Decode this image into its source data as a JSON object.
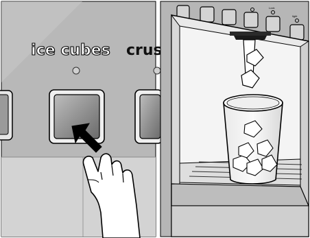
{
  "left_panel": {
    "button_label": "ice cubes",
    "next_label_partial": "crus"
  },
  "right_panel": {
    "control_labels": [
      "Lock",
      "light"
    ]
  },
  "colors": {
    "panel_grey": "#b9b9b9",
    "panel_light": "#d4d4d4",
    "button_face": "#9c9c9c",
    "outline": "#000000"
  }
}
